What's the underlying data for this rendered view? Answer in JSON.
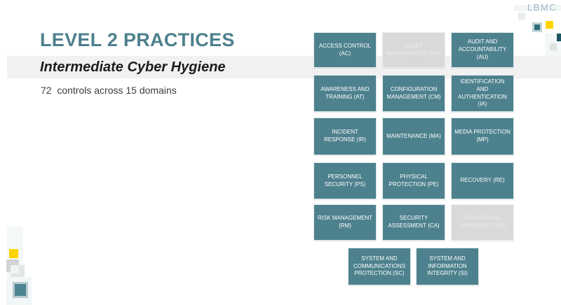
{
  "header": {
    "title": "LEVEL 2 PRACTICES",
    "subtitle": "Intermediate Cyber Hygiene",
    "stats": "72  controls across 15 domains"
  },
  "logo": {
    "text": "LBMC"
  },
  "colors": {
    "accent_teal": "#4d818d",
    "title_teal": "#4e808e",
    "disabled_gray": "#d9d9d9",
    "disabled_text": "#ebebeb",
    "band_gray": "#f1f1f1",
    "deco_yellow": "#ffd400",
    "deco_dark_teal": "#185560",
    "logo_color": "#9fbac2"
  },
  "domains": {
    "rows": [
      [
        {
          "code": "AC",
          "label": "ACCESS CONTROL (AC)",
          "enabled": true
        },
        {
          "code": "AM",
          "label": "ASSET MANAGEMENT (AM)",
          "enabled": false
        },
        {
          "code": "AU",
          "label": "AUDIT AND ACCOUNTABILITY (AU)",
          "enabled": true
        }
      ],
      [
        {
          "code": "AT",
          "label": "AWARENESS AND TRAINING (AT)",
          "enabled": true
        },
        {
          "code": "CM",
          "label": "CONFIGURATION MANAGEMENT (CM)",
          "enabled": true
        },
        {
          "code": "IA",
          "label": "IDENTIFICATION AND AUTHENTICATION (IA)",
          "enabled": true
        }
      ],
      [
        {
          "code": "IR",
          "label": "INCIDENT RESPONSE (IR)",
          "enabled": true
        },
        {
          "code": "MA",
          "label": "MAINTENANCE (MA)",
          "enabled": true
        },
        {
          "code": "MP",
          "label": "MEDIA PROTECTION (MP)",
          "enabled": true
        }
      ],
      [
        {
          "code": "PS",
          "label": "PERSONNEL SECURITY (PS)",
          "enabled": true
        },
        {
          "code": "PE",
          "label": "PHYSICAL PROTECTION (PE)",
          "enabled": true
        },
        {
          "code": "RE",
          "label": "RECOVERY (RE)",
          "enabled": true
        }
      ],
      [
        {
          "code": "RM",
          "label": "RISK MANAGEMENT (RM)",
          "enabled": true
        },
        {
          "code": "CA",
          "label": "SECURITY ASSESSMENT (CA)",
          "enabled": true
        },
        {
          "code": "SA",
          "label": "SITUATIONAL AWARENESS (SA)",
          "enabled": false
        }
      ],
      [
        {
          "code": "SC",
          "label": "SYSTEM AND COMMUNICATIONS PROTECTION (SC)",
          "enabled": true
        },
        {
          "code": "SI",
          "label": "SYSTEM AND INFORMATION INTEGRITY (SI)",
          "enabled": true
        }
      ]
    ]
  }
}
